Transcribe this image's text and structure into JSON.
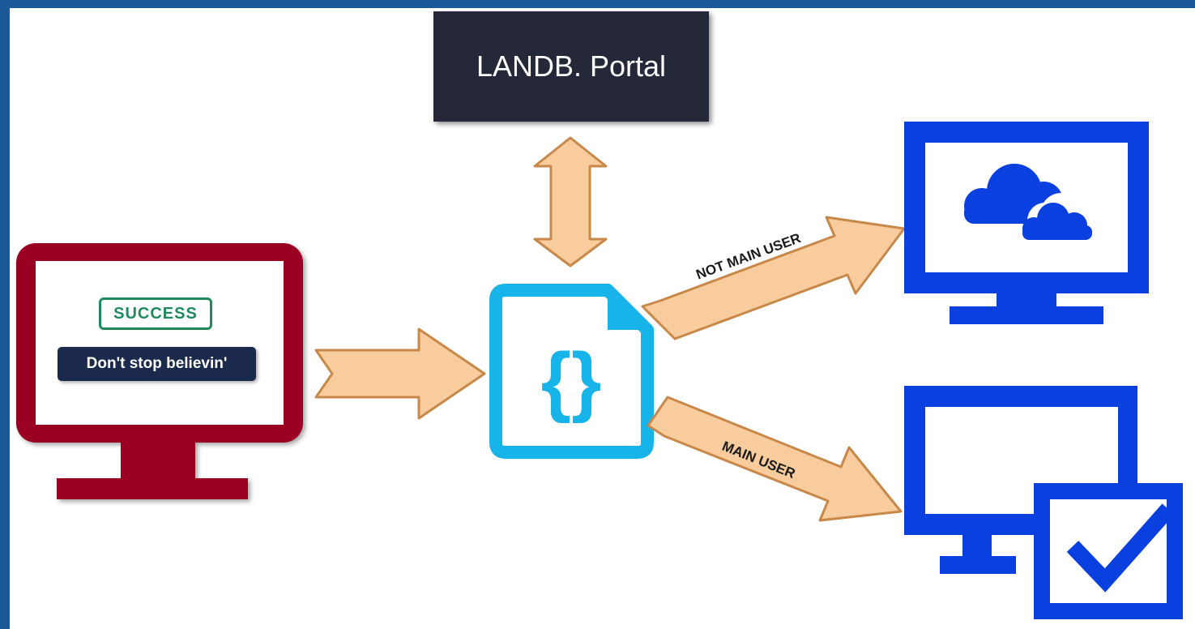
{
  "portal": {
    "label": "LANDB. Portal"
  },
  "client": {
    "success_badge": "SUCCESS",
    "toast_message": "Don't stop believin'"
  },
  "arrows": {
    "upper_label": "NOT MAIN USER",
    "lower_label": "MAIN USER"
  },
  "colors": {
    "frame": "#1a5a98",
    "client_monitor": "#9a0524",
    "json_file": "#17b4ea",
    "target_monitors": "#0a3fe0",
    "arrow_fill": "#f8cc9c",
    "arrow_stroke": "#c8884a",
    "portal_box": "#252838",
    "success": "#1f8a5e",
    "toast": "#1b2a4c"
  },
  "icons": [
    "client-monitor-icon",
    "json-file-icon",
    "cloud-monitor-icon",
    "remote-desktop-check-icon"
  ]
}
